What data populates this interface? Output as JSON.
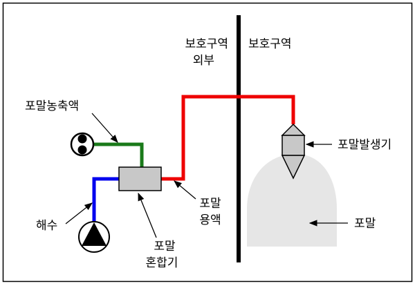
{
  "labels": {
    "zone_outside_line1": "보호구역",
    "zone_outside_line2": "외부",
    "zone_inside": "보호구역",
    "concentrate": "포말농축액",
    "seawater": "해수",
    "mixer_line1": "포말",
    "mixer_line2": "혼합기",
    "solution_line1": "포말",
    "solution_line2": "용액",
    "generator": "포말발생기",
    "foam": "포말"
  },
  "colors": {
    "concentrate_pipe": "#1a7a1a",
    "seawater_pipe": "#0000ee",
    "solution_pipe": "#ee0000",
    "mixer_fill": "#c8c8c8",
    "generator_fill": "#c8c8c8",
    "foam_fill": "#e6e6e6",
    "outline": "#000000"
  },
  "icons": {
    "pump": "pump-icon",
    "concentrate_tank": "tank-icon"
  }
}
